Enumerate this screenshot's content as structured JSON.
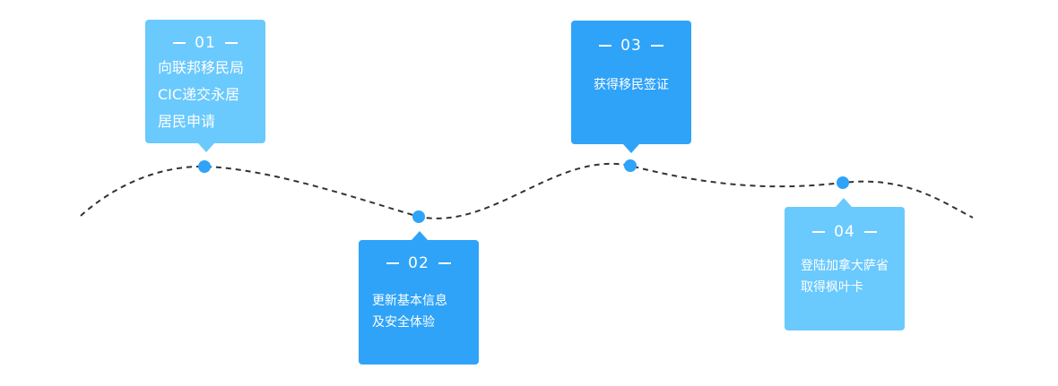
{
  "colors": {
    "light_blue": "#6ac9fd",
    "dark_blue": "#2fa3f8",
    "node_blue": "#2fa3f8",
    "path_gray": "#333333"
  },
  "steps": [
    {
      "number": "01",
      "lines": [
        "向联邦移民局",
        "CIC递交永居",
        "居民申请"
      ]
    },
    {
      "number": "02",
      "lines": [
        "更新基本信息",
        "及安全体验"
      ]
    },
    {
      "number": "03",
      "lines": [
        "获得移民签证"
      ]
    },
    {
      "number": "04",
      "lines": [
        "登陆加拿大萨省",
        "取得枫叶卡"
      ]
    }
  ]
}
